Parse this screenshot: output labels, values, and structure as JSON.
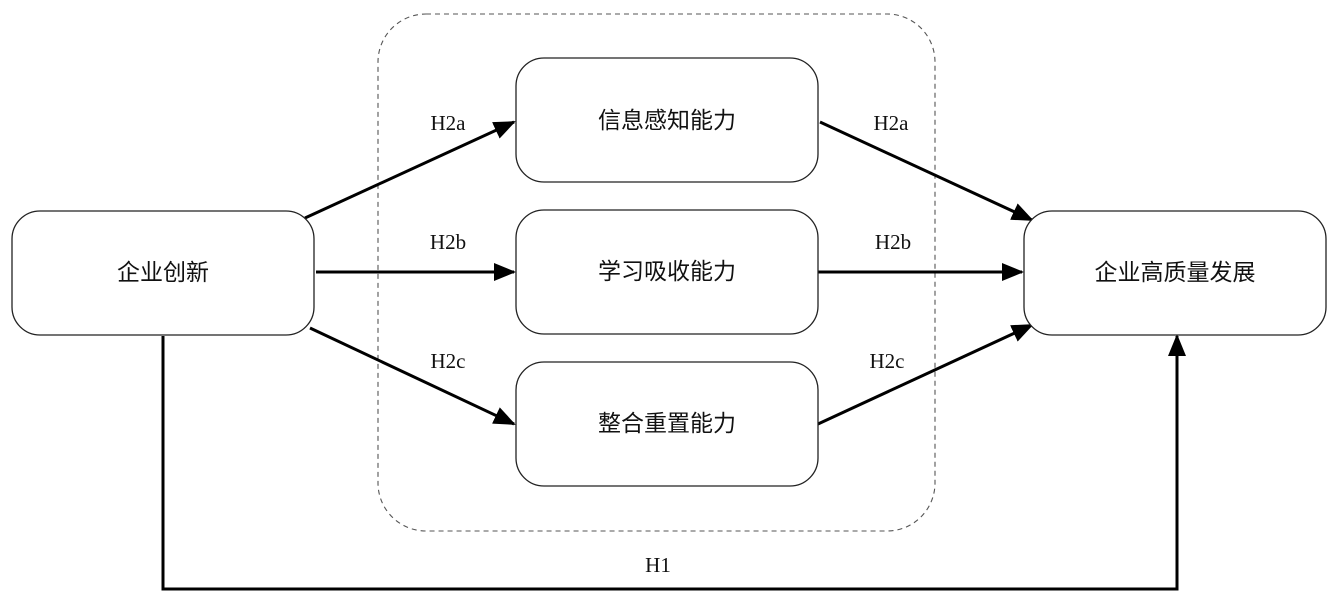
{
  "nodes": {
    "innovation": "企业创新",
    "mediator_a": "信息感知能力",
    "mediator_b": "学习吸收能力",
    "mediator_c": "整合重置能力",
    "outcome": "企业高质量发展"
  },
  "edges": {
    "innovation_to_a": "H2a",
    "innovation_to_b": "H2b",
    "innovation_to_c": "H2c",
    "a_to_outcome": "H2a",
    "b_to_outcome": "H2b",
    "c_to_outcome": "H2c",
    "direct": "H1"
  },
  "colors": {
    "line": "#000000",
    "box_stroke": "#222222",
    "group_stroke": "#555555"
  }
}
